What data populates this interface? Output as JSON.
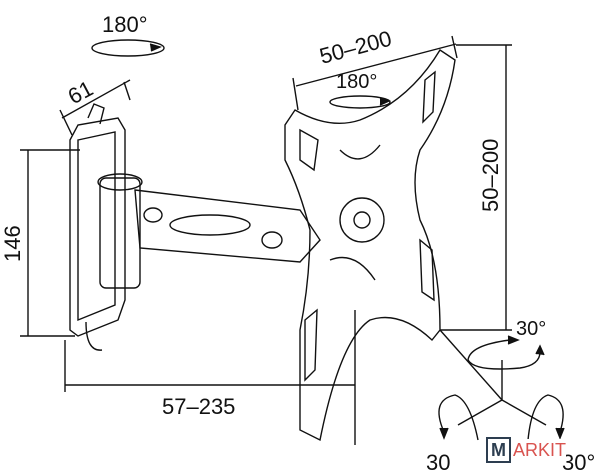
{
  "labels": {
    "wall_rotation": "180°",
    "depth": "61",
    "height": "146",
    "plate_width": "50–200",
    "plate_rotation": "180°",
    "plate_height": "50–200",
    "extension": "57–235",
    "tilt": "30°",
    "swivel_left": "30",
    "swivel_right": "30°"
  },
  "watermark": {
    "letter": "M",
    "text": "ARKIT"
  },
  "colors": {
    "line": "#111111",
    "logo_dark": "#2d3e50",
    "logo_red": "#d9534f"
  }
}
